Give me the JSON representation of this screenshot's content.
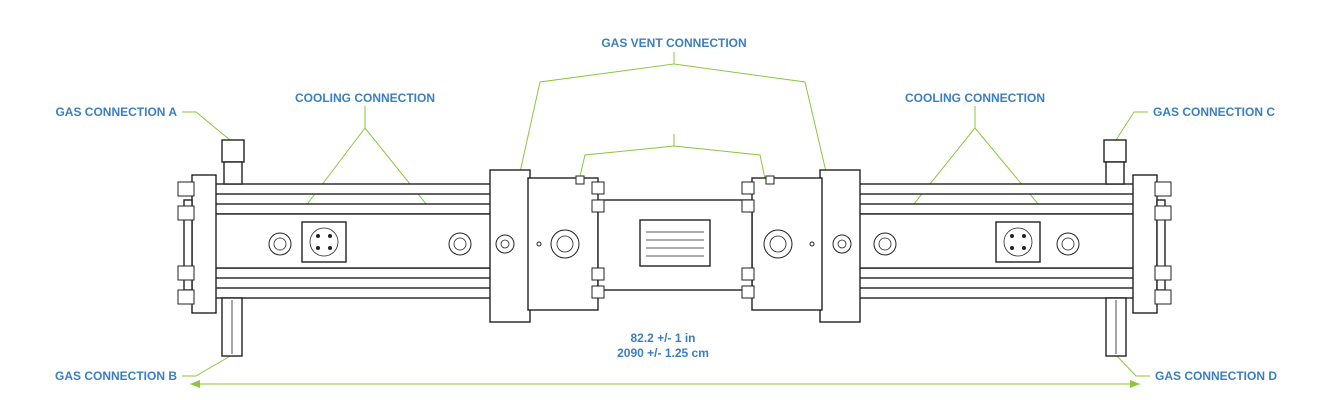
{
  "labels": {
    "gas_vent_connection": "GAS VENT CONNECTION",
    "gas_connection_a": "GAS CONNECTION A",
    "gas_connection_b": "GAS CONNECTION B",
    "gas_connection_c": "GAS CONNECTION C",
    "gas_connection_d": "GAS CONNECTION D",
    "cooling_connection_left": "COOLING CONNECTION",
    "cooling_connection_right": "COOLING CONNECTION"
  },
  "dimension": {
    "imperial": "82.2 +/- 1 in",
    "metric": "2090 +/- 1.25 cm"
  },
  "colors": {
    "label": "#3a7fc1",
    "leader": "#8cc63f",
    "outline": "#222222"
  }
}
